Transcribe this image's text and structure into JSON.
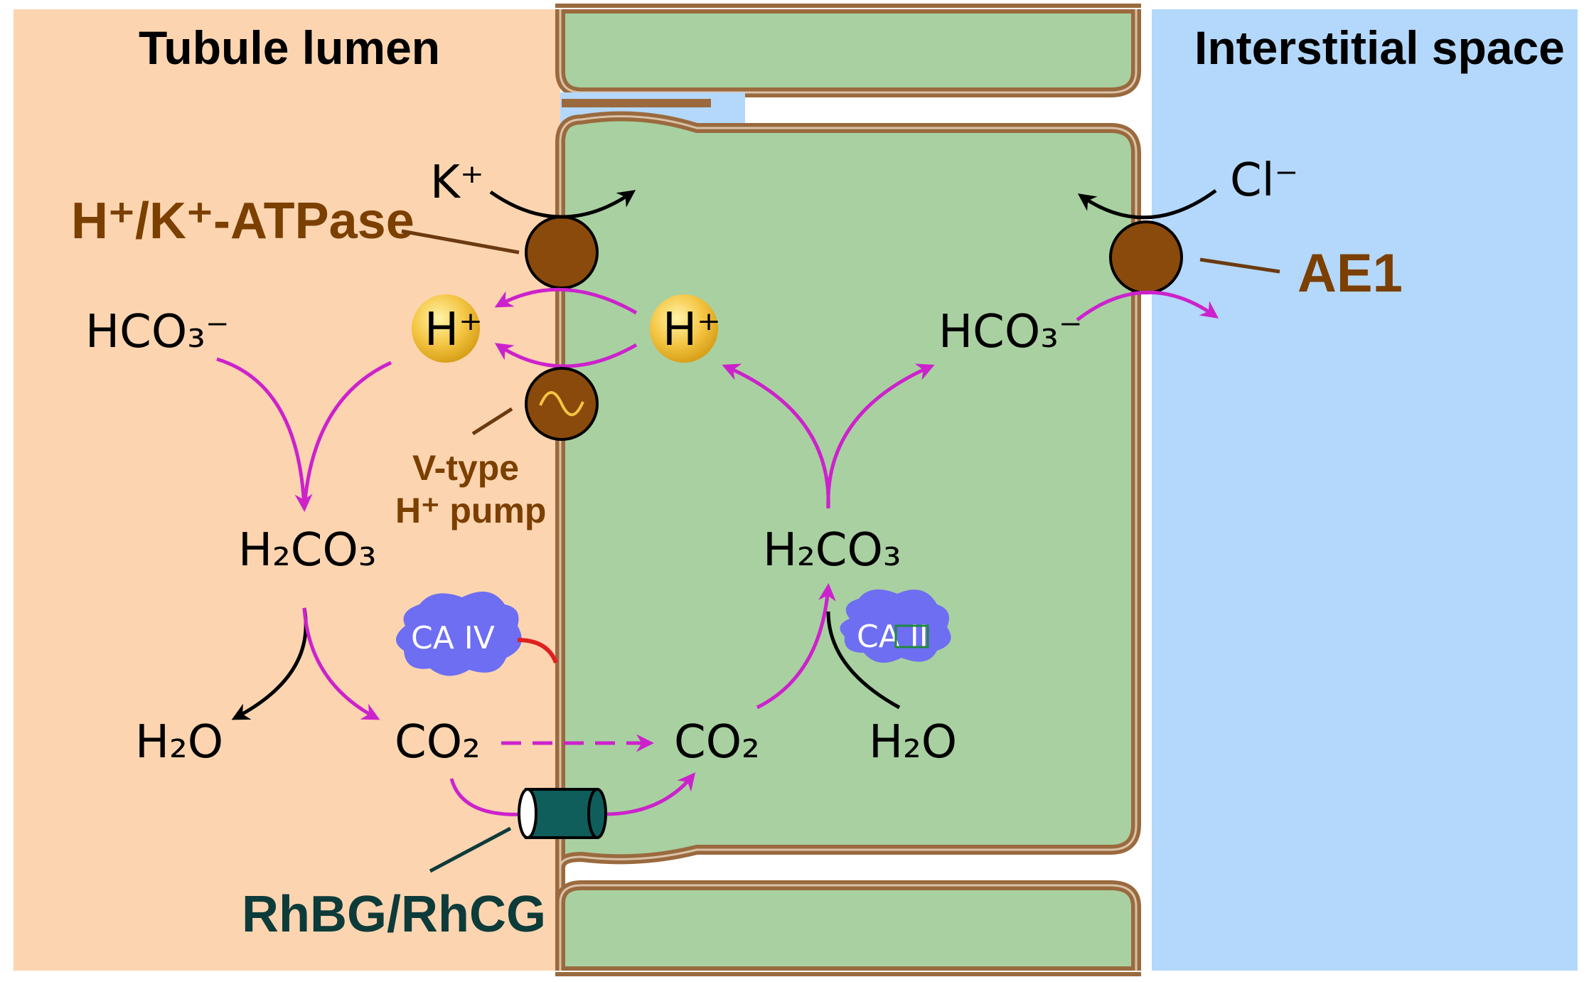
{
  "regions": {
    "lumen": "Tubule lumen",
    "interstitium": "Interstitial space"
  },
  "transporters": {
    "hk_atpase": "H⁺/K⁺-ATPase",
    "v_pump_line1": "V-type",
    "v_pump_line2": "H⁺ pump",
    "ae1": "AE1",
    "rh": "RhBG/RhCG"
  },
  "ions": {
    "k": "K⁺",
    "cl": "Cl⁻",
    "h": "H⁺"
  },
  "lumen": {
    "hco3": "HCO₃⁻",
    "h2co3": "H₂CO₃",
    "h2o": "H₂O",
    "co2": "CO₂"
  },
  "cell": {
    "hco3": "HCO₃⁻",
    "h2co3": "H₂CO₃",
    "co2": "CO₂",
    "h2o": "H₂O"
  },
  "enzymes": {
    "ca4": "CA IV",
    "ca2": "CA II"
  },
  "colors": {
    "lumen": "#fcd5b0",
    "cell": "#a9d0a1",
    "interstitium": "#b4d8fb",
    "membrane": "#9a6a3e",
    "transporter": "#8a4a0c",
    "proton": "#f4c542",
    "arrow": "#cc22cc",
    "enzyme": "#6d6ef2",
    "channel": "#0f5e5c",
    "label_brown": "#7b3f00",
    "label_teal": "#0d3b3a"
  }
}
